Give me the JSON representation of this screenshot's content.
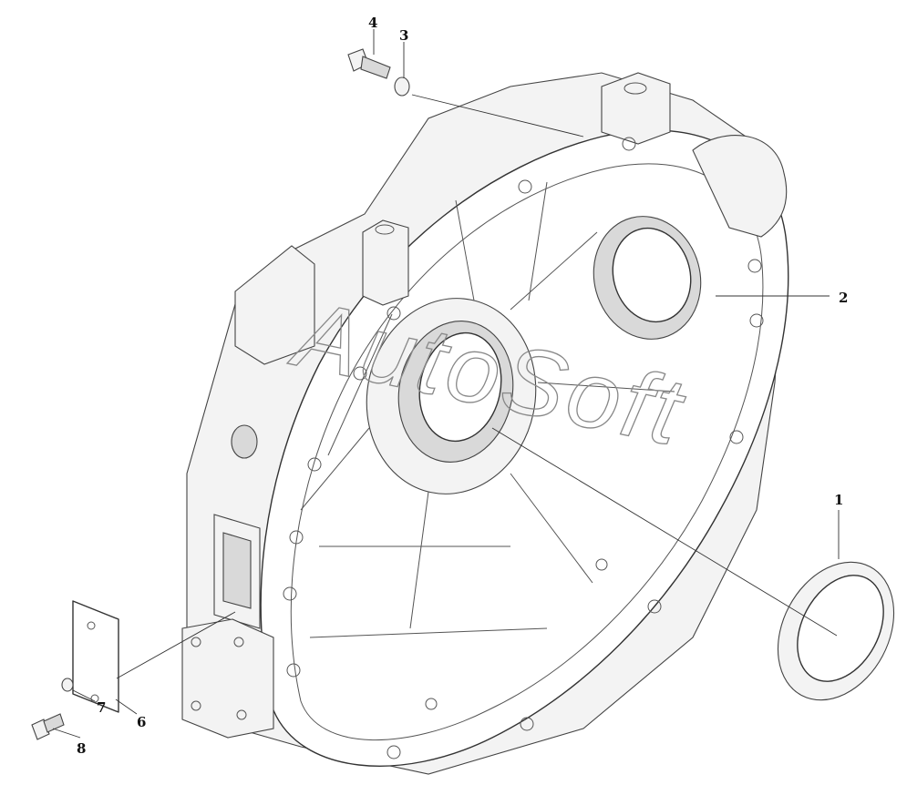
{
  "diagram": {
    "watermark": "AutoSoft",
    "callouts": {
      "1": "1",
      "2": "2",
      "3": "3",
      "4": "4",
      "6": "6",
      "7": "7",
      "8": "8"
    }
  }
}
